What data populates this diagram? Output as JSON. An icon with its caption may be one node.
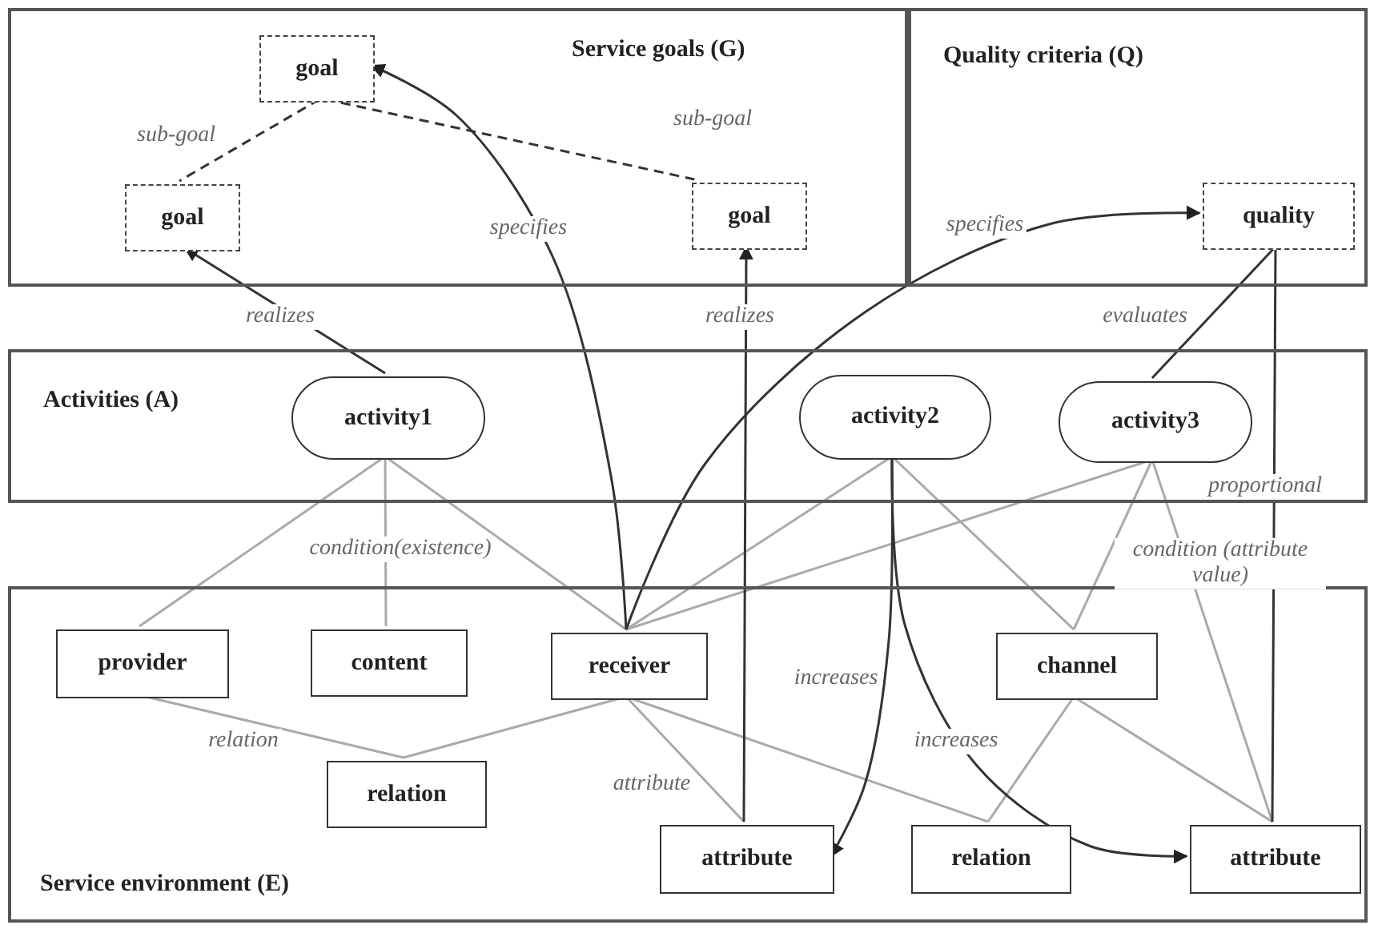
{
  "diagram": {
    "nodes": [
      {
        "text": [
          "Service goals (G)"
        ]
      },
      {
        "text": [
          "Quality criteria (Q)"
        ]
      },
      {
        "text": [
          "Activities (A)"
        ]
      },
      {
        "text": [
          "Service environment (E)"
        ]
      },
      {
        "text": [
          "goal"
        ],
        "in": 0
      },
      {
        "text": [
          "goal"
        ],
        "in": 0
      },
      {
        "text": [
          "goal"
        ],
        "in": 0
      },
      {
        "text": [
          "quality"
        ],
        "in": 1
      },
      {
        "text": [
          "activity1"
        ],
        "in": 2
      },
      {
        "text": [
          "activity2"
        ],
        "in": 2
      },
      {
        "text": [
          "activity3"
        ],
        "in": 2
      },
      {
        "text": [
          "provider"
        ],
        "in": 3
      },
      {
        "text": [
          "content"
        ],
        "in": 3
      },
      {
        "text": [
          "receiver"
        ],
        "in": 3
      },
      {
        "text": [
          "channel"
        ],
        "in": 3
      },
      {
        "text": [
          "relation"
        ],
        "in": 3
      },
      {
        "text": [
          "attribute"
        ],
        "in": 3
      },
      {
        "text": [
          "relation"
        ],
        "in": 3
      },
      {
        "text": [
          "attribute"
        ],
        "in": 3
      }
    ],
    "edges": [
      {
        "from": 4,
        "to": 5,
        "arrow": "none",
        "label": "sub-goal",
        "style": "dashed",
        "color": "#333333"
      },
      {
        "from": 4,
        "to": 6,
        "arrow": "none",
        "label": "sub-goal",
        "style": "dashed",
        "color": "#333333"
      },
      {
        "from": 8,
        "to": 5,
        "arrow": "to",
        "label": "realizes",
        "color": "#333333"
      },
      {
        "from": 13,
        "to": 4,
        "arrow": "to",
        "label": "specifies",
        "color": "#333333"
      },
      {
        "from": 16,
        "to": 6,
        "arrow": "to",
        "label": "realizes",
        "color": "#333333"
      },
      {
        "from": 13,
        "to": 7,
        "arrow": "to",
        "label": "specifies",
        "color": "#333333"
      },
      {
        "from": 10,
        "to": 7,
        "arrow": "none",
        "label": "evaluates",
        "color": "#333333"
      },
      {
        "from": 18,
        "to": 7,
        "arrow": "none",
        "label": "proportional",
        "color": "#333333"
      },
      {
        "from": 9,
        "to": 16,
        "arrow": "to",
        "label": "increases",
        "color": "#333333"
      },
      {
        "from": 9,
        "to": 18,
        "arrow": "to",
        "label": "increases",
        "color": "#333333"
      },
      {
        "from": 8,
        "to": 11,
        "arrow": "none"
      },
      {
        "from": 8,
        "to": 12,
        "arrow": "none",
        "label": "condition(existence)"
      },
      {
        "from": 8,
        "to": 13,
        "arrow": "none"
      },
      {
        "from": 9,
        "to": 13,
        "arrow": "none"
      },
      {
        "from": 9,
        "to": 14,
        "arrow": "none"
      },
      {
        "from": 10,
        "to": 13,
        "arrow": "none"
      },
      {
        "from": 10,
        "to": 14,
        "arrow": "none"
      },
      {
        "from": 10,
        "to": 18,
        "arrow": "none",
        "label": "condition (attribute value)"
      },
      {
        "from": 11,
        "to": 15,
        "arrow": "none",
        "label": "relation"
      },
      {
        "from": 13,
        "to": 15,
        "arrow": "none"
      },
      {
        "from": 13,
        "to": 16,
        "arrow": "none",
        "label": "attribute"
      },
      {
        "from": 13,
        "to": 17,
        "arrow": "none"
      },
      {
        "from": 14,
        "to": 17,
        "arrow": "none"
      },
      {
        "from": 14,
        "to": 18,
        "arrow": "none"
      }
    ]
  }
}
